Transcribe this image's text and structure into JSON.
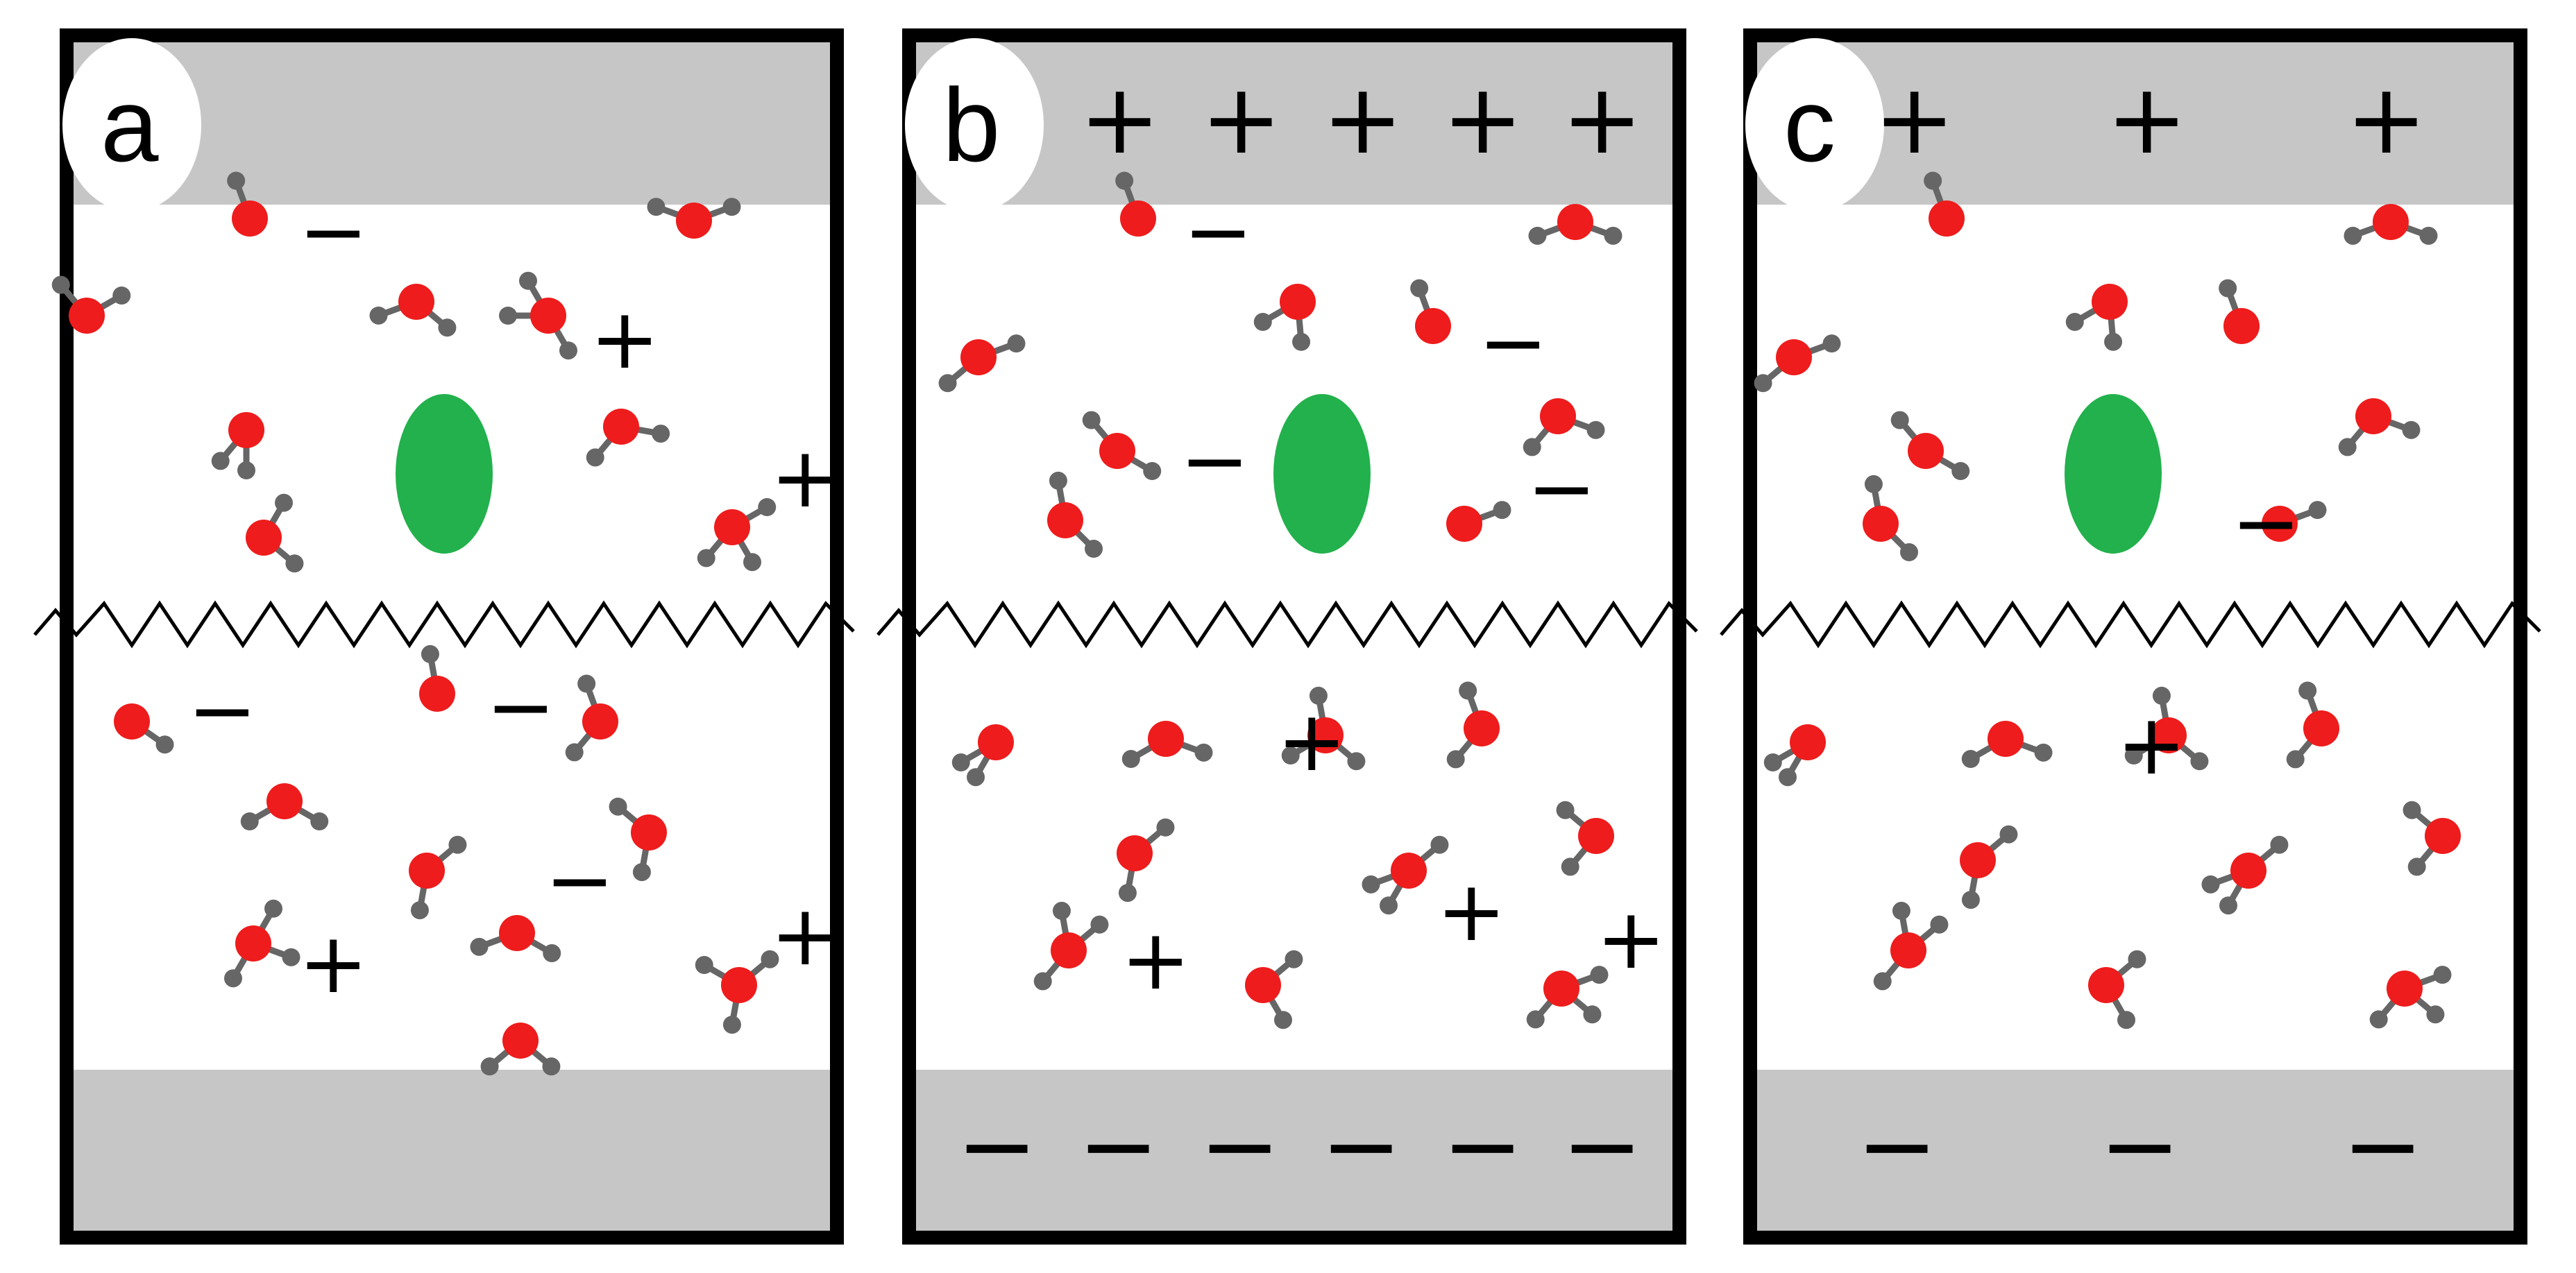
{
  "panels": [
    {
      "label": "a",
      "top_plate_charges": [],
      "bottom_plate_charges": [],
      "ions": [
        {
          "sign": "−"
        },
        {
          "sign": "+"
        },
        {
          "sign": "+"
        },
        {
          "sign": "−"
        },
        {
          "sign": "−"
        },
        {
          "sign": "−"
        },
        {
          "sign": "+"
        },
        {
          "sign": "+"
        }
      ]
    },
    {
      "label": "b",
      "top_plate_charges": [
        "+",
        "+",
        "+",
        "+",
        "+"
      ],
      "bottom_plate_charges": [
        "−",
        "−",
        "−",
        "−",
        "−",
        "−"
      ],
      "ions": [
        {
          "sign": "−"
        },
        {
          "sign": "−"
        },
        {
          "sign": "−"
        },
        {
          "sign": "−"
        },
        {
          "sign": "+"
        },
        {
          "sign": "+"
        },
        {
          "sign": "+"
        },
        {
          "sign": "+"
        }
      ]
    },
    {
      "label": "c",
      "top_plate_charges": [
        "+",
        "+",
        "+"
      ],
      "bottom_plate_charges": [
        "−",
        "−",
        "−"
      ],
      "ions": [
        {
          "sign": "−"
        },
        {
          "sign": "+"
        }
      ]
    }
  ],
  "colors": {
    "plate": "#c6c6c6",
    "frame": "#000000",
    "oxygen": "#ee1c1c",
    "hydrogen": "#666666",
    "ellipse": "#22b14c"
  }
}
